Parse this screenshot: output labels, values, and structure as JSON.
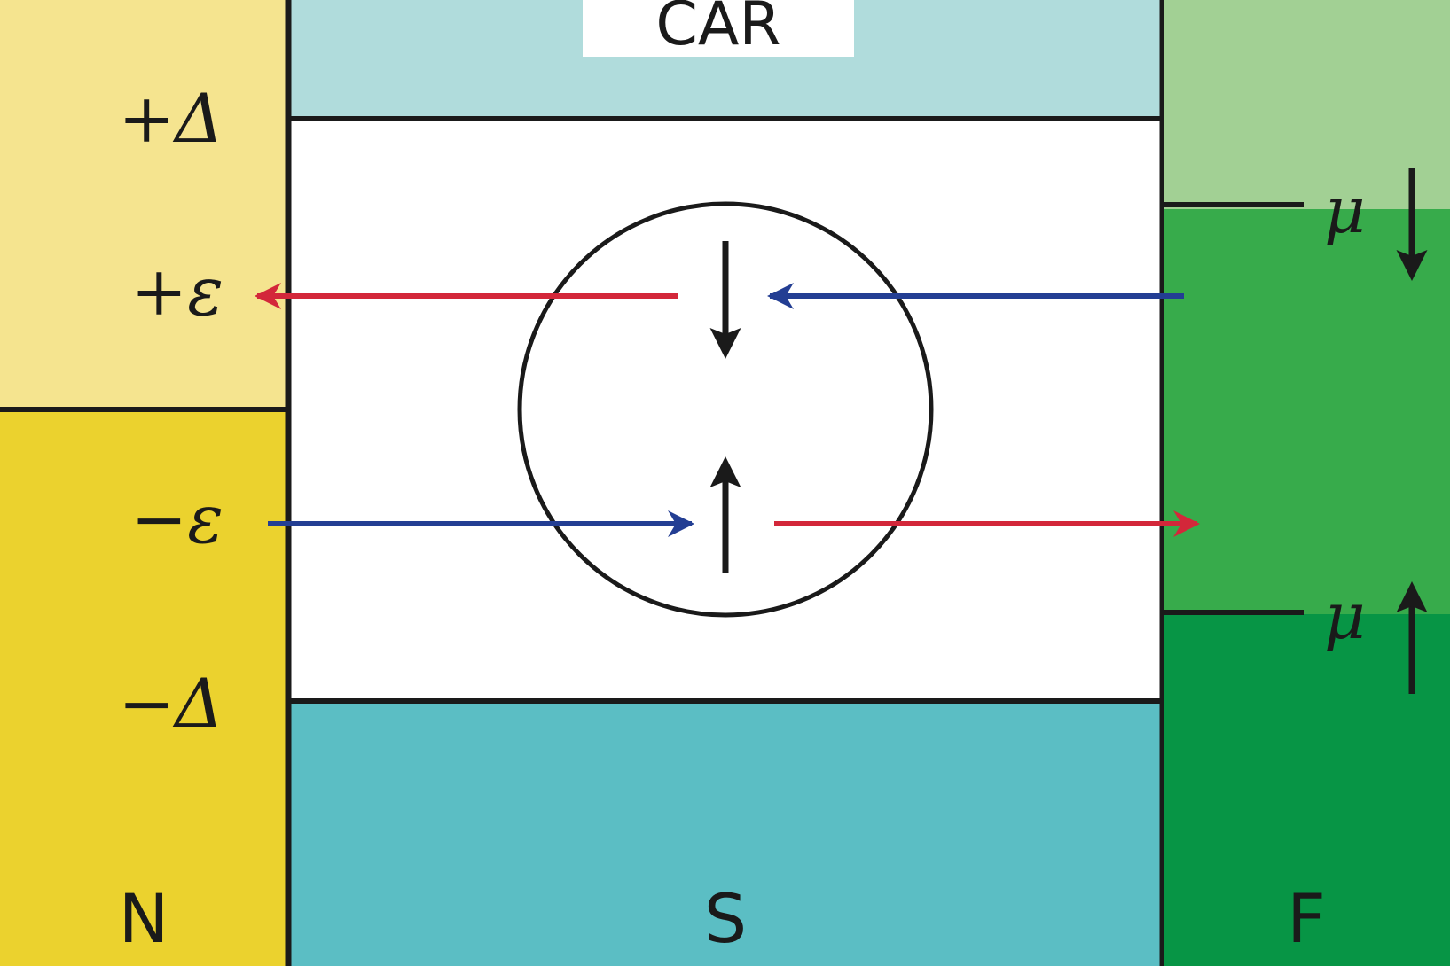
{
  "title_box": "CAR",
  "regions": {
    "normal": "N",
    "superconductor": "S",
    "ferromagnet": "F"
  },
  "energy_labels": {
    "plus_delta": "+Δ",
    "plus_epsilon": "+ε",
    "minus_epsilon": "−ε",
    "minus_delta": "−Δ"
  },
  "spin_labels": {
    "mu_down": "μ",
    "mu_up": "μ"
  },
  "colors": {
    "normal_upper": "#F5E48F",
    "normal_lower": "#EBD22E",
    "super_top": "#B0DCDC",
    "super_gap": "#FFFFFF",
    "super_bottom": "#5BBEC4",
    "ferro_top": "#A2D094",
    "ferro_mid": "#37AB4B",
    "ferro_bottom": "#079545",
    "hole_arrow": "#D3273A",
    "electron_arrow": "#233E93",
    "line": "#1a1a1a"
  }
}
